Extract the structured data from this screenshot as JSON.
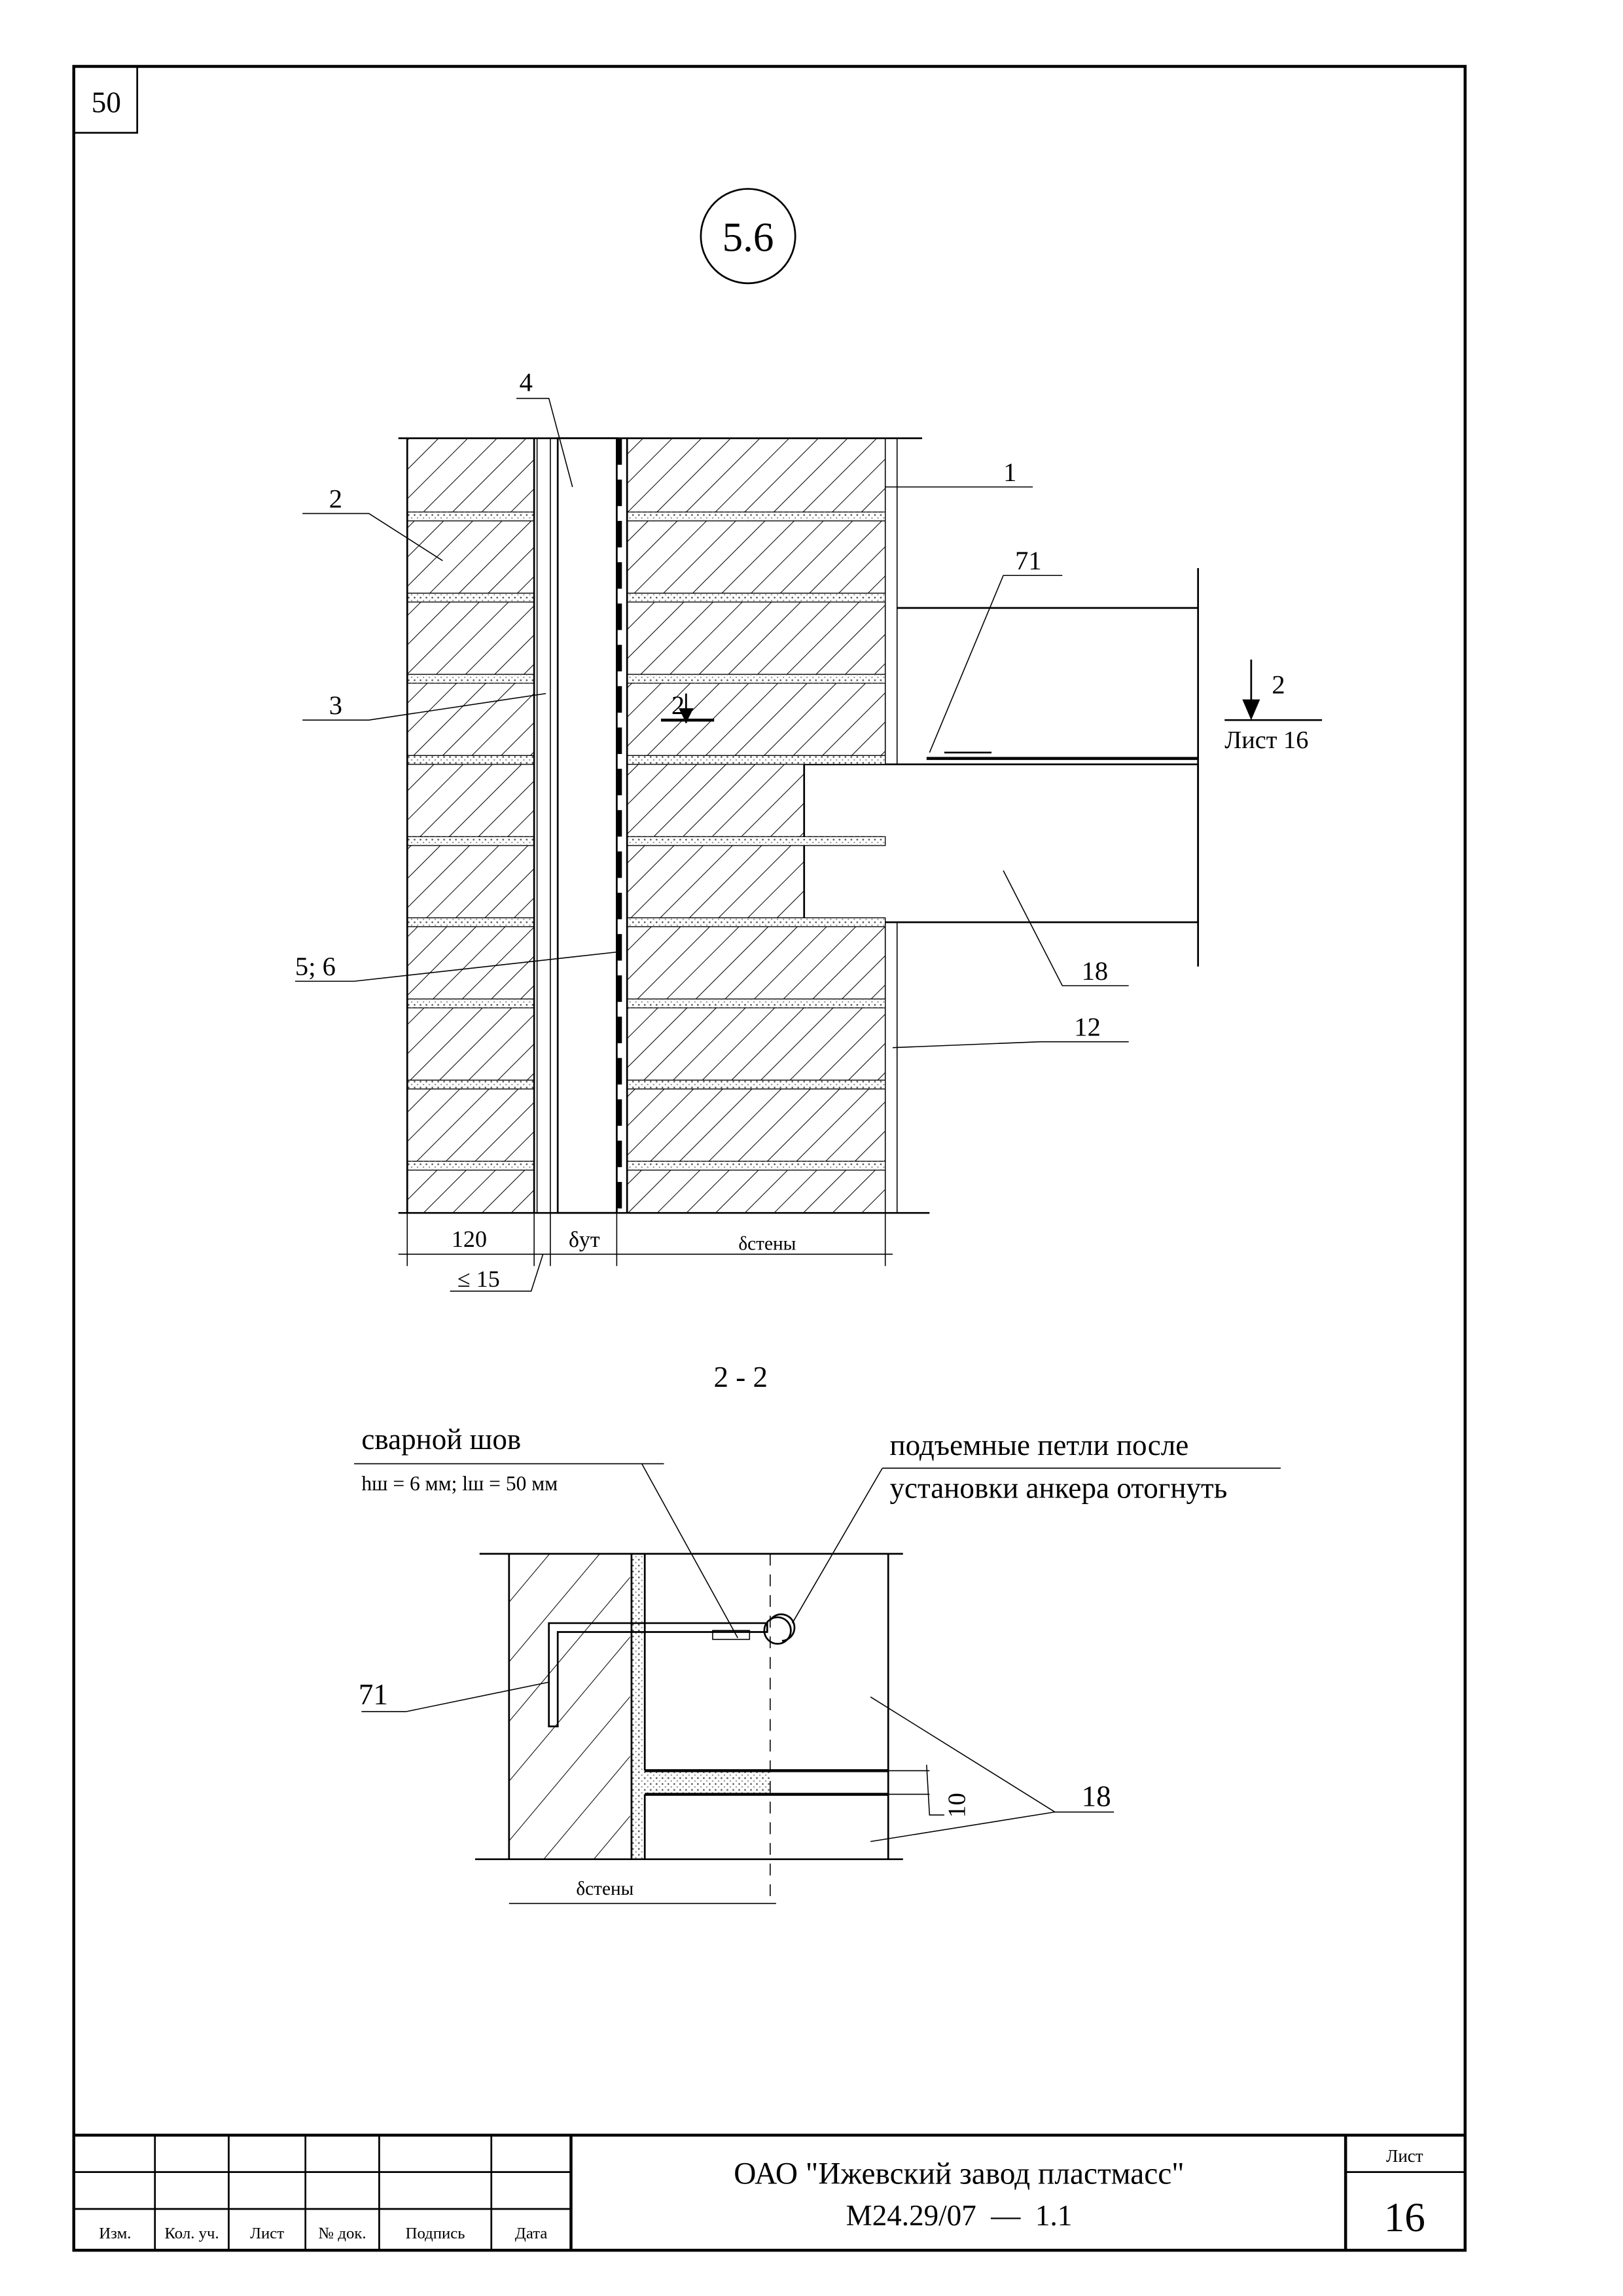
{
  "sheet_corner_number": "50",
  "detail_mark": "5.6",
  "section": {
    "callouts": {
      "c1": "1",
      "c2": "2",
      "c3": "3",
      "c4": "4",
      "c56": "5; 6",
      "c12": "12",
      "c18": "18",
      "c71": "71"
    },
    "cut_mark": "2",
    "cut_ref_number": "2",
    "cut_ref_sheet": "Лист 16",
    "dim_120": "120",
    "dim_insul": "δут",
    "dim_wall": "δстены",
    "dim_gap": "≤ 15"
  },
  "detail_2_2": {
    "title": "2 - 2",
    "weld_label": "сварной шов",
    "weld_params": "hш = 6 мм; lш = 50 мм",
    "loops_note_1": "подъемные петли после",
    "loops_note_2": "установки анкера отогнуть",
    "callout_71": "71",
    "callout_18": "18",
    "dim_10": "10",
    "dim_wall": "δстены"
  },
  "title_block": {
    "headers": [
      "Изм.",
      "Кол. уч.",
      "Лист",
      "№ док.",
      "Подпись",
      "Дата"
    ],
    "organization": "ОАО \"Ижевский завод пластмасс\"",
    "document_code": "М24.29/07  —  1.1",
    "sheet_label": "Лист",
    "sheet_number": "16"
  }
}
